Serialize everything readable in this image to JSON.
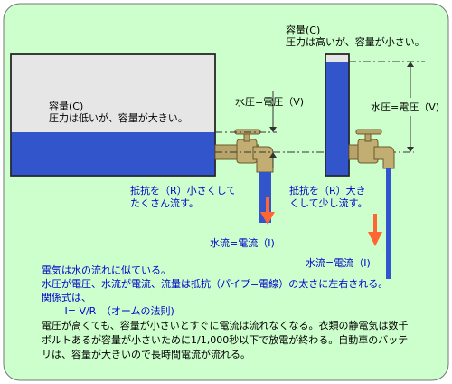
{
  "diagram": {
    "left_tank": {
      "title": "容量(C)",
      "desc": "圧力は低いが、容量が大きい。"
    },
    "right_tank": {
      "title": "容量(C)",
      "desc": "圧力は高いが、容量が小さい。"
    },
    "left_pressure_label": "水圧=電圧（V)",
    "right_pressure_label": "水圧=電圧（V)",
    "left_resistance": {
      "line1": "抵抗を（R）小さくして",
      "line2": "たくさん流す。"
    },
    "right_resistance": {
      "line1": "抵抗を（R）大き",
      "line2": "くして少し流す。"
    },
    "left_current_label": "水流=電流（I)",
    "right_current_label": "水流=電流（I)"
  },
  "notes": {
    "lines_blue": [
      "電気は水の流れに似ている。",
      "水圧が電圧、水流が電流、流量は抵抗（パイプ=電線）の太さに左右される。",
      "関係式は、",
      "　　 I= V/R　（オームの法則)"
    ],
    "lines_black": [
      "電圧が高くても、容量が小さいとすぐに電流は流れなくなる。衣類の静電気は数千",
      "ボルトあるが容量が小さいために1/1,000秒以下で放電が終わる。自動車のバッテ",
      "リは、容量が大きいので長時間電流が流れる。"
    ]
  },
  "colors": {
    "background": "#ccffcc",
    "water": "#3355cc",
    "faucet": "#b8a46a",
    "arrow": "#ff6633"
  }
}
